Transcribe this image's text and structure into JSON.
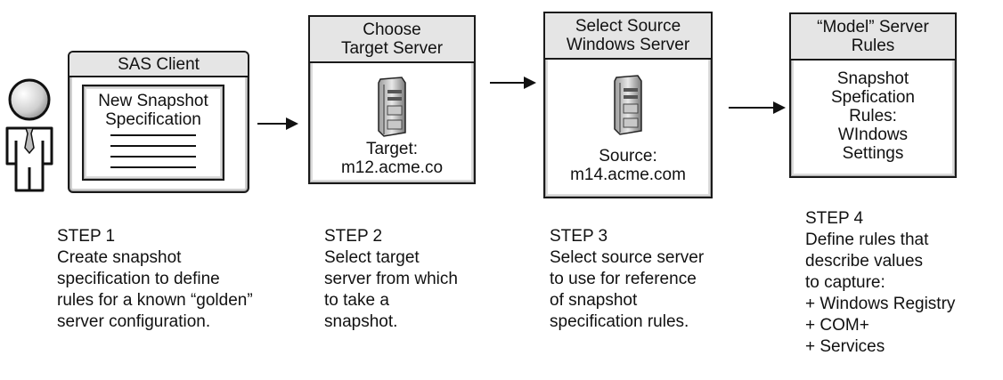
{
  "step1": {
    "client_title": "SAS Client",
    "doc_title": "New Snapshot\nSpecification",
    "step_label": "STEP 1",
    "description": "Create snapshot\nspecification to define\nrules for a known “golden”\nserver configuration."
  },
  "step2": {
    "title": "Choose\nTarget Server",
    "server_label": "Target:\nm12.acme.co",
    "step_label": "STEP 2",
    "description": "Select target\nserver from which\nto take a\nsnapshot."
  },
  "step3": {
    "title": "Select Source\nWindows Server",
    "server_label": "Source:\nm14.acme.com",
    "step_label": "STEP 3",
    "description": "Select source server\nto use for reference\nof snapshot\nspecification rules."
  },
  "step4": {
    "title": "“Model” Server\nRules",
    "body": "Snapshot\nSpefication\nRules:\nWIndows\nSettings",
    "step_label": "STEP 4",
    "description": "Define rules that\ndescribe values\nto capture:\n+ Windows Registry\n+ COM+\n+ Services"
  },
  "icons": {
    "user": "person-icon",
    "server": "server-tower-icon",
    "document_lines": "text-lines-icon"
  }
}
